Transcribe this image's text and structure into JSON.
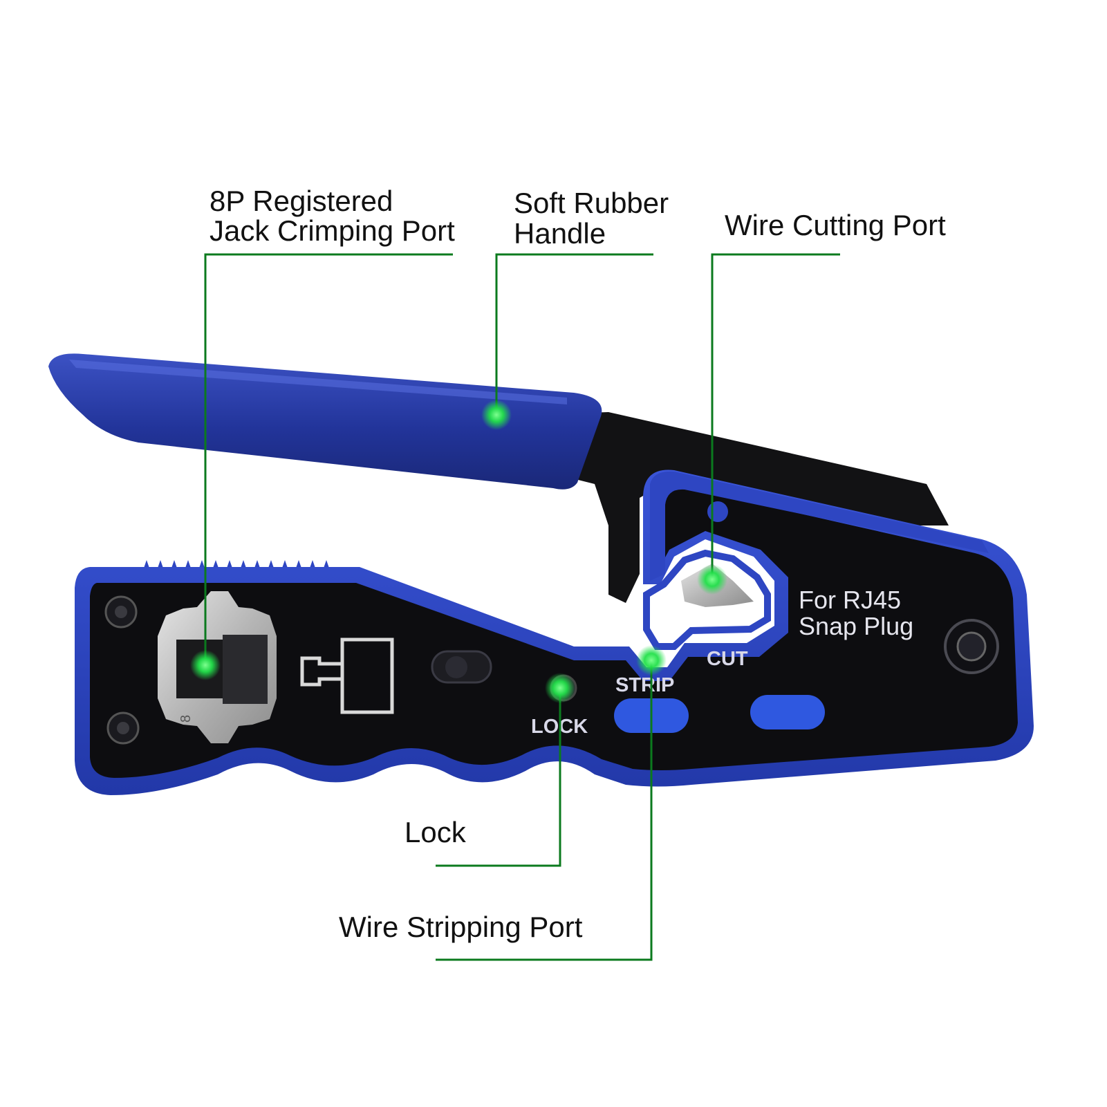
{
  "callouts": {
    "crimp_port_line1": "8P Registered",
    "crimp_port_line2": "Jack Crimping Port",
    "handle_line1": "Soft Rubber",
    "handle_line2": "Handle",
    "cutting_port": "Wire Cutting Port",
    "lock": "Lock",
    "stripping_port": "Wire Stripping Port"
  },
  "tool_markings": {
    "for_line1": "For RJ45",
    "for_line2": "Snap Plug",
    "cut": "CUT",
    "strip": "STRIP",
    "lock": "LOCK",
    "die_number": "8"
  },
  "colors": {
    "handle_blue": "#2a3c9e",
    "body_black": "#0d0d10",
    "leader_green": "#0b7a1e",
    "marker_green": "#22e04a"
  }
}
